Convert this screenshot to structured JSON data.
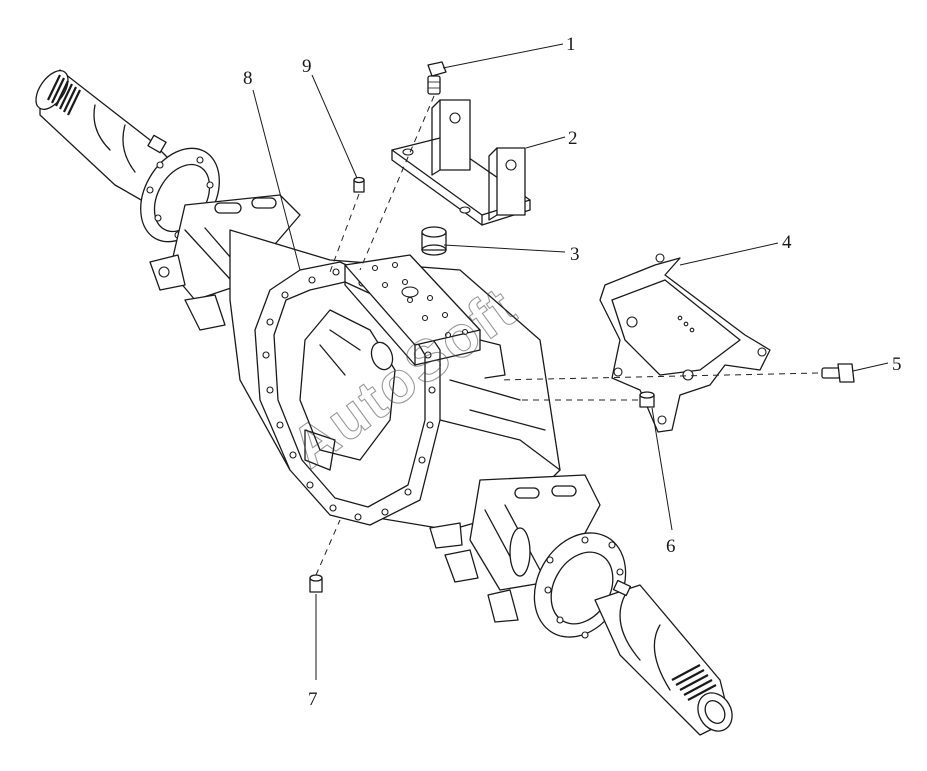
{
  "diagram": {
    "callouts": [
      {
        "label": "1"
      },
      {
        "label": "2"
      },
      {
        "label": "3"
      },
      {
        "label": "4"
      },
      {
        "label": "5"
      },
      {
        "label": "6"
      },
      {
        "label": "7"
      },
      {
        "label": "8"
      },
      {
        "label": "9"
      }
    ],
    "watermark": "AutoSoft"
  }
}
